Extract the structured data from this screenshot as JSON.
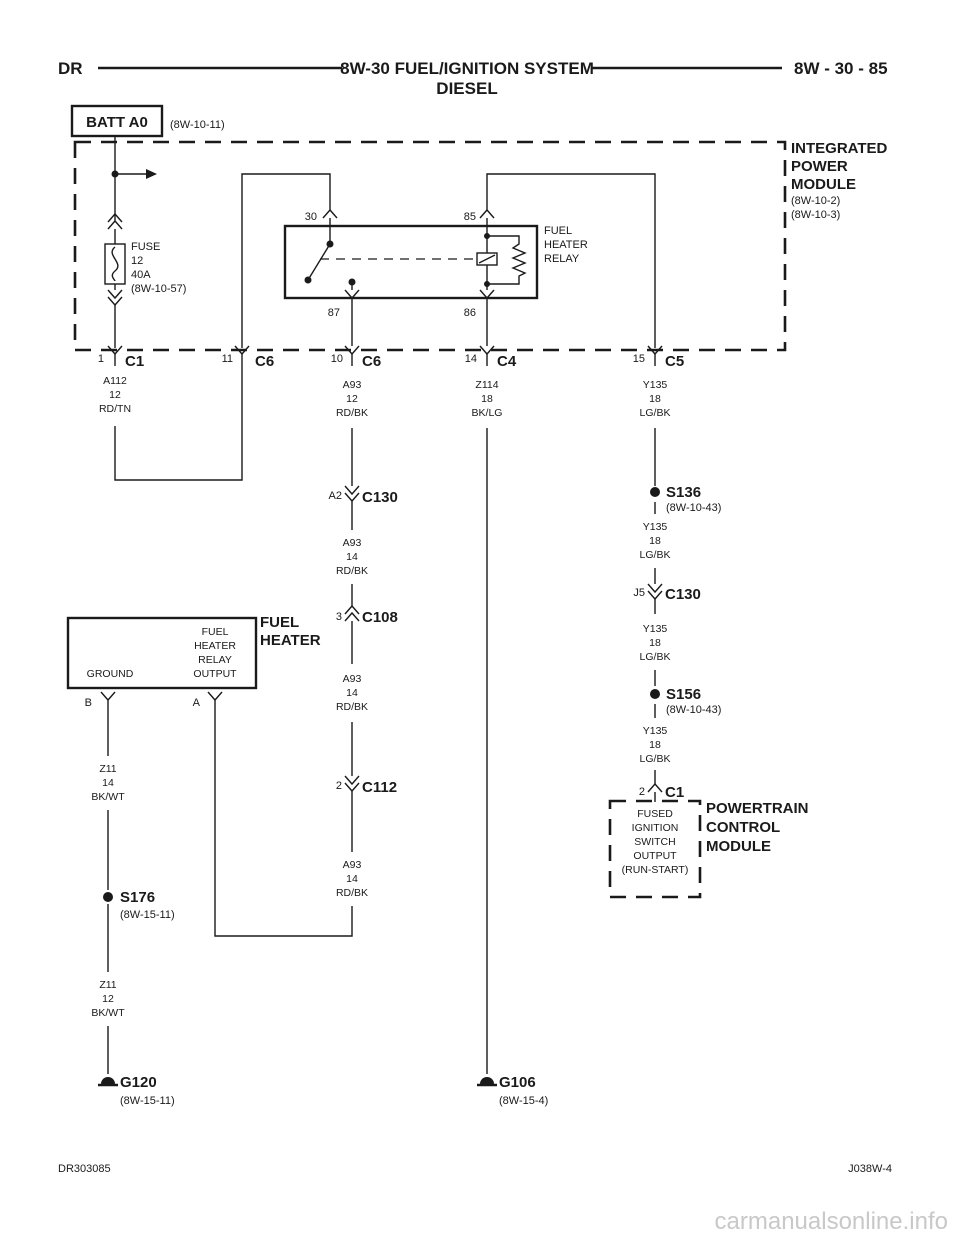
{
  "header": {
    "left": "DR",
    "title_line1": "8W-30 FUEL/IGNITION SYSTEM",
    "title_line2": "DIESEL",
    "page": "8W - 30 - 85"
  },
  "batt": {
    "label": "BATT A0",
    "ref": "(8W-10-11)"
  },
  "ipm": {
    "line1": "INTEGRATED",
    "line2": "POWER",
    "line3": "MODULE",
    "ref1": "(8W-10-2)",
    "ref2": "(8W-10-3)"
  },
  "fuse": {
    "l1": "FUSE",
    "l2": "12",
    "l3": "40A",
    "l4": "(8W-10-57)"
  },
  "relay": {
    "name1": "FUEL",
    "name2": "HEATER",
    "name3": "RELAY",
    "pin30": "30",
    "pin85": "85",
    "pin87": "87",
    "pin86": "86"
  },
  "connectors": {
    "c1_pin": "1",
    "c1": "C1",
    "c6a_pin": "11",
    "c6a": "C6",
    "c6b_pin": "10",
    "c6b": "C6",
    "c4_pin": "14",
    "c4": "C4",
    "c5_pin": "15",
    "c5": "C5",
    "c130a_pin": "A2",
    "c130a": "C130",
    "c108_pin": "3",
    "c108": "C108",
    "c112_pin": "2",
    "c112": "C112",
    "c130b_pin": "J5",
    "c130b": "C130",
    "pcm_pin": "2",
    "pcm_c": "C1"
  },
  "wires": {
    "a112": [
      "A112",
      "12",
      "RD/TN"
    ],
    "a93a": [
      "A93",
      "12",
      "RD/BK"
    ],
    "z114": [
      "Z114",
      "18",
      "BK/LG"
    ],
    "y135a": [
      "Y135",
      "18",
      "LG/BK"
    ],
    "a93b": [
      "A93",
      "14",
      "RD/BK"
    ],
    "y135b": [
      "Y135",
      "18",
      "LG/BK"
    ],
    "y135c": [
      "Y135",
      "18",
      "LG/BK"
    ],
    "a93c": [
      "A93",
      "14",
      "RD/BK"
    ],
    "y135d": [
      "Y135",
      "18",
      "LG/BK"
    ],
    "z11a": [
      "Z11",
      "14",
      "BK/WT"
    ],
    "a93d": [
      "A93",
      "14",
      "RD/BK"
    ],
    "z11b": [
      "Z11",
      "12",
      "BK/WT"
    ]
  },
  "splices": {
    "s136": "S136",
    "s136_ref": "(8W-10-43)",
    "s156": "S156",
    "s156_ref": "(8W-10-43)",
    "s176": "S176",
    "s176_ref": "(8W-15-11)"
  },
  "fuel_heater": {
    "name1": "FUEL",
    "name2": "HEATER",
    "out1": "FUEL",
    "out2": "HEATER",
    "out3": "RELAY",
    "out4": "OUTPUT",
    "ground": "GROUND",
    "pinB": "B",
    "pinA": "A"
  },
  "pcm": {
    "name1": "POWERTRAIN",
    "name2": "CONTROL",
    "name3": "MODULE",
    "f1": "FUSED",
    "f2": "IGNITION",
    "f3": "SWITCH",
    "f4": "OUTPUT",
    "f5": "(RUN-START)"
  },
  "grounds": {
    "g120": "G120",
    "g120_ref": "(8W-15-11)",
    "g106": "G106",
    "g106_ref": "(8W-15-4)"
  },
  "footer": {
    "left": "DR303085",
    "right": "J038W-4"
  },
  "watermark": "carmanualsonline.info"
}
